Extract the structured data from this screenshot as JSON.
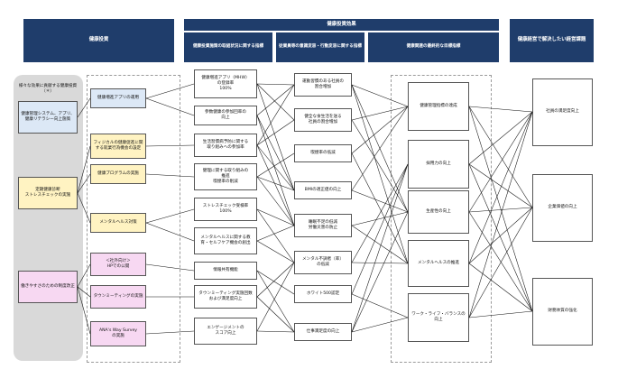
{
  "headers": {
    "investment": "健康投資",
    "effects": "健康投資効果",
    "issues": "健康経営で解決したい経営課題",
    "effects_sub1": "健康投資施策の取組状況に関する指標",
    "effects_sub2": "従業員等の意識変容・行動変容に関する指標",
    "effects_sub3": "健康関連の最終的な目標指標"
  },
  "left_groups": {
    "g1_title": "様々な効果に貢献する健康投資（＊）",
    "g1_item": "健康管理システム、アプリ、健康リテラシー向上施策",
    "g2_item": "定期健康診断\nストレスチェックの実施",
    "g3_item": "働きやすさのための制度改正"
  },
  "measures": [
    "健康増進アプリの運用",
    "フィジカルの健康促進に関する就業行為機会の設定",
    "健康プログラムの実施",
    "メンタルヘルス対策",
    "＜社外向け＞\nHPでの公開",
    "タウンミーティングの実施",
    "ANA's Way Survey\nの実施"
  ],
  "indicators": [
    "健康増進アプリ（MHW）\nの登録率\n100%",
    "参数健康の参加回率の\n向上",
    "生活習慣病予防に関する\n取り組みへの参加率",
    "健理に関する取り組みの\n推進\n喫煙率の削減",
    "ストレスチェック受検率\n100%",
    "メンタルヘルスに関する教\n育・セルフケア機会の創出",
    "情報共有機能",
    "タウンミーティング実施回数\nおよび満足度向上",
    "エンゲージメントの\nスコア向上"
  ],
  "behaviors": [
    "運動習慣のある社員の\n割合増加",
    "健全な食生活を送る\n社員の割合増加",
    "喫煙率の低減",
    "BMIの適正値の向上",
    "睡眠不足の低減\n労働災害の防止",
    "メンタル不調者（率）\nの低減",
    "ホワイト500認定",
    "仕事満足度の向上"
  ],
  "goals": [
    "健康管理指標の達成",
    "採用力の向上",
    "生産性の向上",
    "メンタルヘルスの推進",
    "ワーク・ライフ・バランスの\n向上"
  ],
  "issues": [
    "社員の満足度向上",
    "企業価値の向上",
    "財務体質の強化"
  ]
}
